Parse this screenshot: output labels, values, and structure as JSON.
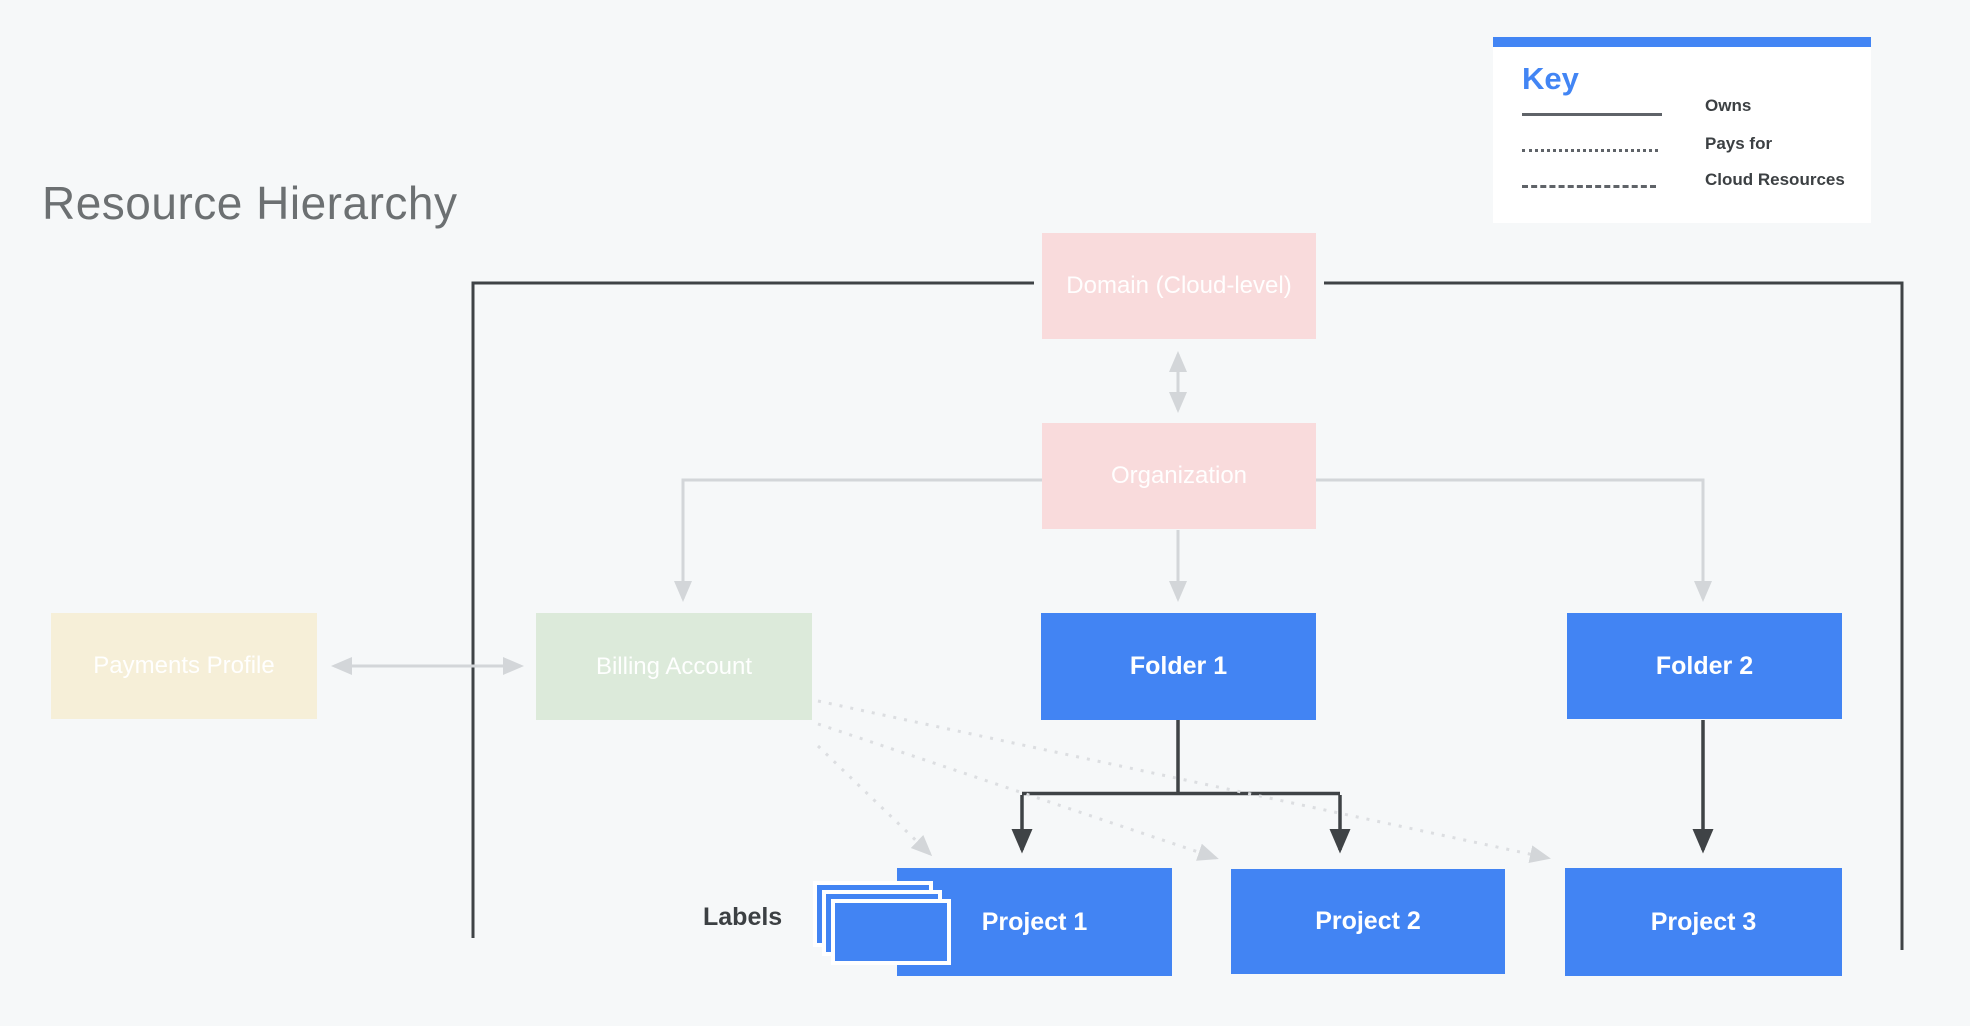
{
  "title": "Resource Hierarchy",
  "key": {
    "heading": "Key",
    "items": [
      {
        "style": "solid",
        "label": "Owns"
      },
      {
        "style": "dotted",
        "label": "Pays for"
      },
      {
        "style": "dashed",
        "label": "Cloud Resources"
      }
    ]
  },
  "nodes": {
    "domain": {
      "label": "Domain (Cloud-level)",
      "color": "#f9dbdc"
    },
    "organization": {
      "label": "Organization",
      "color": "#f9dbdc"
    },
    "payments_profile": {
      "label": "Payments Profile",
      "color": "#f6efd8"
    },
    "billing_account": {
      "label": "Billing Account",
      "color": "#dceada"
    },
    "folder_1": {
      "label": "Folder 1",
      "color": "#4284f3"
    },
    "folder_2": {
      "label": "Folder 2",
      "color": "#4284f3"
    },
    "project_1": {
      "label": "Project 1",
      "color": "#4284f3"
    },
    "project_2": {
      "label": "Project 2",
      "color": "#4284f3"
    },
    "project_3": {
      "label": "Project 3",
      "color": "#4284f3"
    }
  },
  "labels_caption": "Labels",
  "colors": {
    "background": "#f6f8f9",
    "accent_blue": "#4285f4",
    "dark_line": "#3f4346",
    "light_line": "#d3d6d9",
    "dotted_line": "#dcdee1",
    "title_text": "#6c7072",
    "legend_text": "#3c4043"
  }
}
